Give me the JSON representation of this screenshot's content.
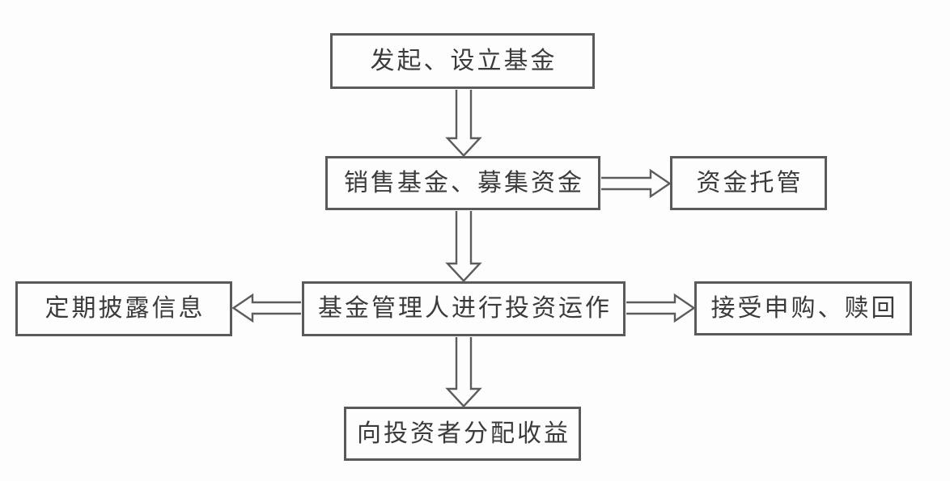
{
  "diagram": {
    "type": "flowchart",
    "nodes": [
      {
        "id": "initiate",
        "label": "发起、设立基金"
      },
      {
        "id": "sell",
        "label": "销售基金、募集资金"
      },
      {
        "id": "custody",
        "label": "资金托管"
      },
      {
        "id": "manager",
        "label": "基金管理人进行投资运作"
      },
      {
        "id": "disclose",
        "label": "定期披露信息"
      },
      {
        "id": "redeem",
        "label": "接受申购、赎回"
      },
      {
        "id": "distribute",
        "label": "向投资者分配收益"
      }
    ],
    "edges": [
      {
        "from": "initiate",
        "to": "sell",
        "direction": "down"
      },
      {
        "from": "sell",
        "to": "custody",
        "direction": "right"
      },
      {
        "from": "sell",
        "to": "manager",
        "direction": "down"
      },
      {
        "from": "manager",
        "to": "disclose",
        "direction": "left"
      },
      {
        "from": "manager",
        "to": "redeem",
        "direction": "right"
      },
      {
        "from": "manager",
        "to": "distribute",
        "direction": "down"
      }
    ],
    "colors": {
      "box_border": "#5a5a5a",
      "arrow_stroke": "#5c5c5c",
      "text": "#3b3b3b",
      "background": "#fdfdfd"
    }
  }
}
